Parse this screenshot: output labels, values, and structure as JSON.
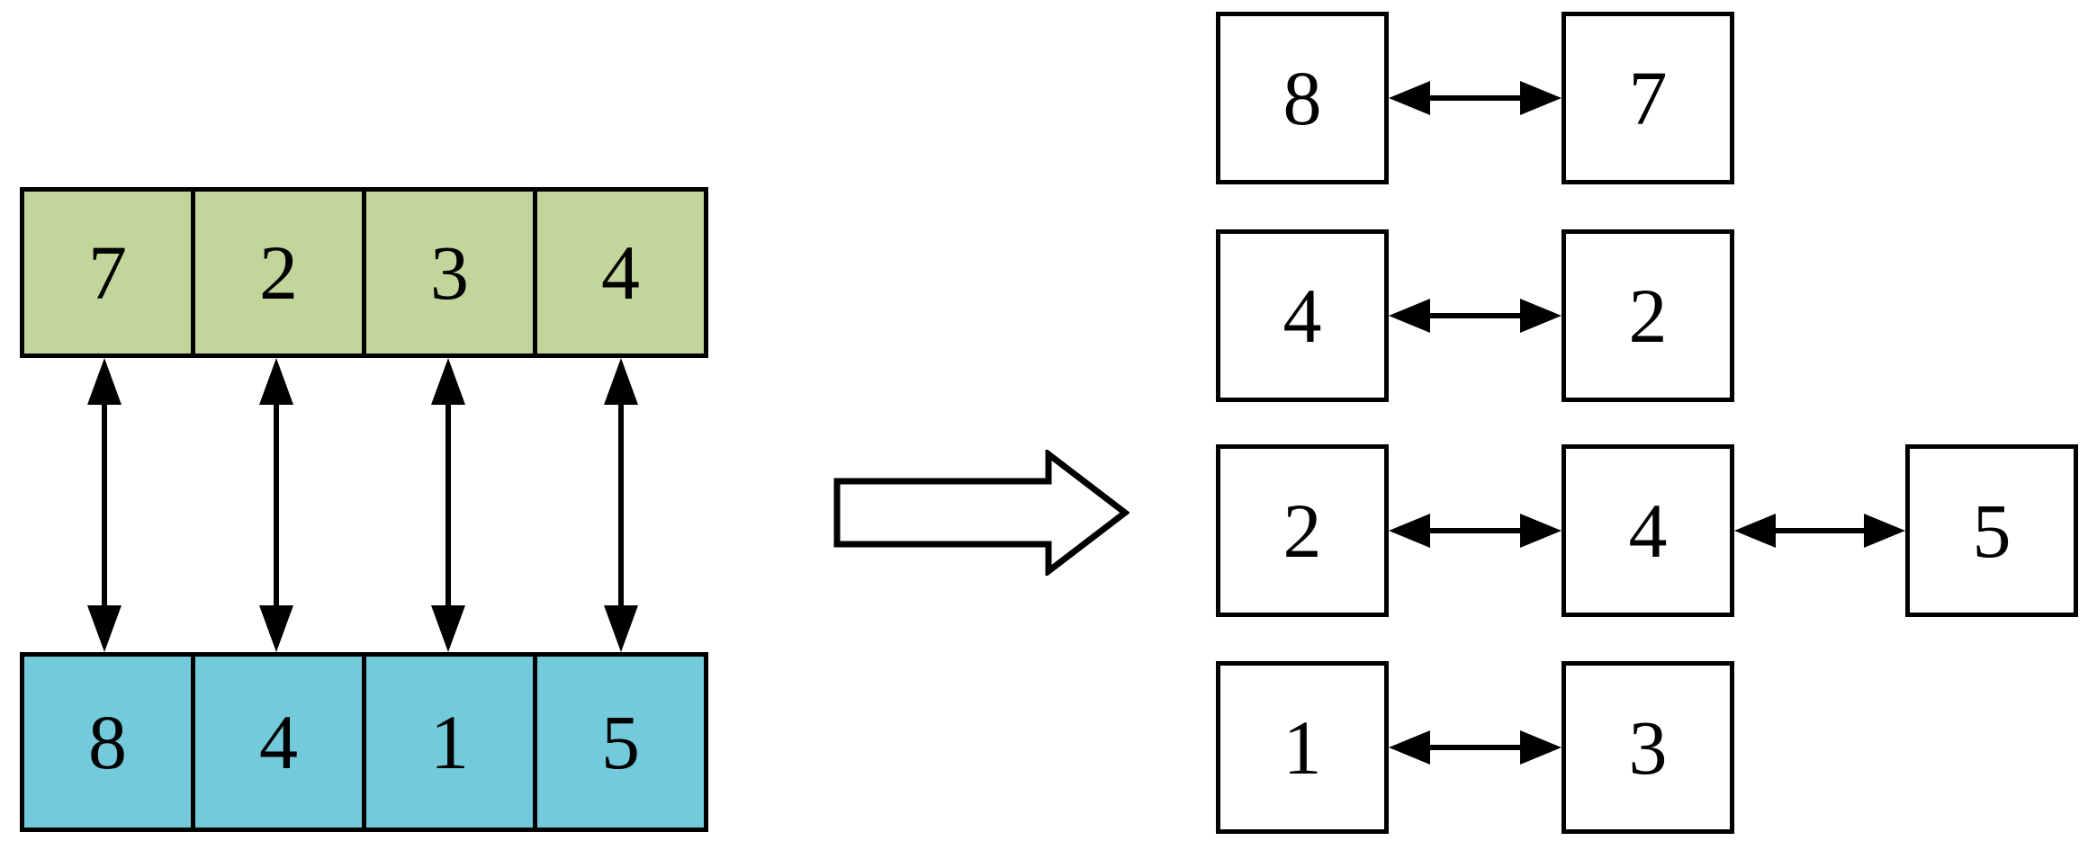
{
  "diagram": {
    "title": "array mapping to swap pair chains",
    "colors": {
      "array_top_fill": "#c2d69b",
      "array_bottom_fill": "#72cada",
      "box_fill": "#ffffff",
      "stroke": "#000000"
    },
    "left_panel": {
      "top_array": {
        "name": "green-array",
        "fill": "#c2d69b",
        "values": [
          "7",
          "2",
          "3",
          "4"
        ]
      },
      "bottom_array": {
        "name": "cyan-array",
        "fill": "#72cada",
        "values": [
          "8",
          "4",
          "1",
          "5"
        ]
      },
      "connectors": [
        {
          "from": "7",
          "to": "8",
          "style": "double-headed-vertical-arrow"
        },
        {
          "from": "2",
          "to": "4",
          "style": "double-headed-vertical-arrow"
        },
        {
          "from": "3",
          "to": "1",
          "style": "double-headed-vertical-arrow"
        },
        {
          "from": "4",
          "to": "5",
          "style": "double-headed-vertical-arrow"
        }
      ]
    },
    "transform_arrow": {
      "name": "block-arrow-right",
      "direction": "right",
      "fill": "#ffffff",
      "stroke": "#000000"
    },
    "right_panel": {
      "rows": [
        {
          "nodes": [
            "8",
            "7"
          ],
          "links": [
            "double-headed-horizontal-arrow"
          ]
        },
        {
          "nodes": [
            "4",
            "2"
          ],
          "links": [
            "double-headed-horizontal-arrow"
          ]
        },
        {
          "nodes": [
            "2",
            "4",
            "5"
          ],
          "links": [
            "double-headed-horizontal-arrow",
            "double-headed-horizontal-arrow"
          ]
        },
        {
          "nodes": [
            "1",
            "3"
          ],
          "links": [
            "double-headed-horizontal-arrow"
          ]
        }
      ]
    }
  }
}
